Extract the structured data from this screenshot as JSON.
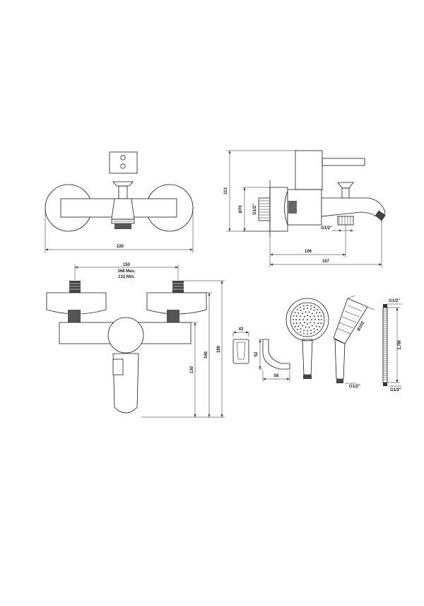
{
  "dimensions": {
    "front_width": "220",
    "side_height": "113",
    "side_diameter": "Ø70",
    "side_inlet_thread": "G1/2\"",
    "side_outlet_thread": "G1/2\"",
    "side_depth_inner": "106",
    "side_depth_outer": "157",
    "bottom_spacing": "150",
    "bottom_spacing_max": "168 Max.",
    "bottom_spacing_min": "132 Min.",
    "bottom_h1": "130",
    "bottom_h2": "168",
    "bottom_h3": "190",
    "holder_width": "42",
    "holder_height": "52",
    "holder_depth": "58",
    "shower_diameter": "Ø102",
    "shower_thread": "G1/2\"",
    "hose_top_thread": "G1/2\"",
    "hose_bottom_thread": "G1/2\"",
    "hose_length": "1,7M"
  }
}
